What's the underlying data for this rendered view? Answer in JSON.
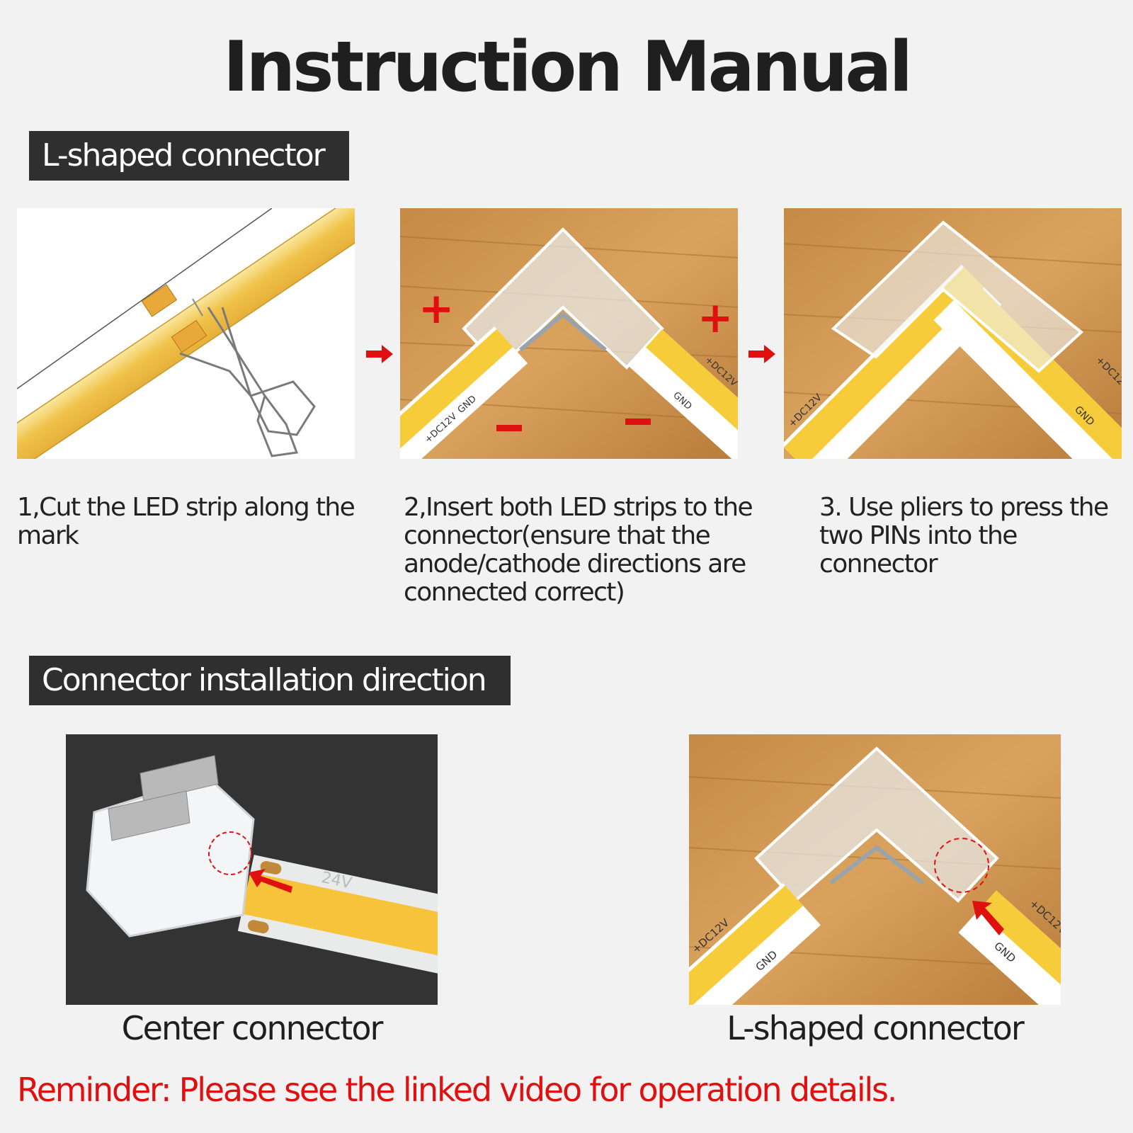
{
  "title": "Instruction Manual",
  "sections": {
    "l_shaped": "L-shaped connector",
    "direction": "Connector installation direction"
  },
  "steps": [
    {
      "text": "1,Cut the LED strip along the mark"
    },
    {
      "text": "2,Insert both LED strips to the connector(ensure that the anode/cathode directions are connected correct)"
    },
    {
      "text": "3. Use pliers to press the two PINs into the connector"
    }
  ],
  "strip_labels": {
    "dc": "+DC12V",
    "gnd": "GND",
    "plus": "+",
    "minus": "−",
    "v24": "24V"
  },
  "captions": {
    "center": "Center connector",
    "l_shaped": "L-shaped connector"
  },
  "reminder": "Reminder: Please see the linked video for operation details.",
  "colors": {
    "accent_red": "#e01010",
    "label_bg": "#2f2f2f",
    "strip_yellow": "#f7cc3a",
    "wood": "#c9934d"
  },
  "icons": [
    "scissors-icon",
    "arrow-right-icon",
    "dashed-circle-marker"
  ]
}
